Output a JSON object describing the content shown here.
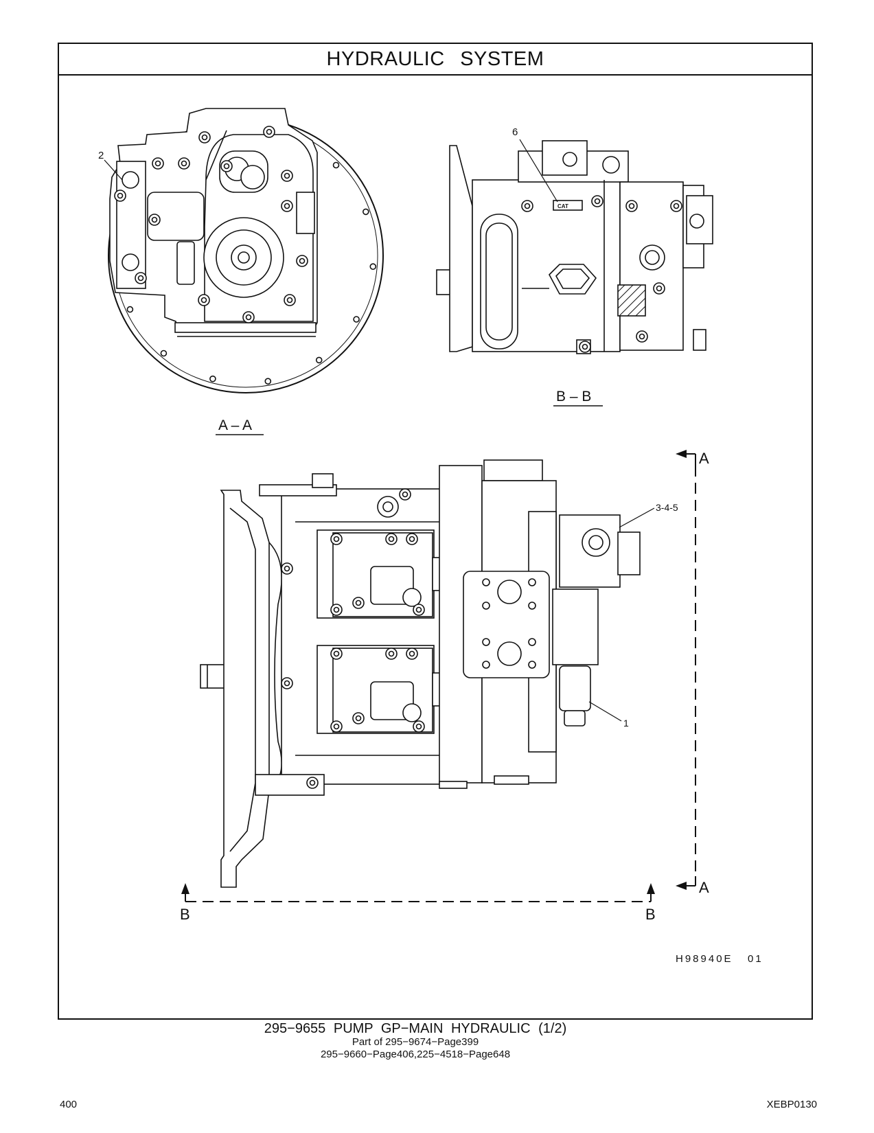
{
  "header": {
    "title": "HYDRAULIC SYSTEM"
  },
  "illustration": {
    "section_aa": {
      "label": "A – A",
      "callout": "2"
    },
    "section_bb": {
      "label": "B – B",
      "callout": "6",
      "nameplate_logo": "CAT"
    },
    "main_view": {
      "callout_upper": "3-4-5",
      "callout_lower": "1",
      "section_marker_a_top": "A",
      "section_marker_a_bottom": "A",
      "section_marker_b_left": "B",
      "section_marker_b_right": "B"
    },
    "illustration_id": "H98940E   01"
  },
  "caption": {
    "title": "295−9655 PUMP GP−MAIN HYDRAULIC (1/2)",
    "line2": "Part of 295−9674−Page399",
    "line3": "295−9660−Page406,225−4518−Page648"
  },
  "footer": {
    "page_number": "400",
    "doc_id": "XEBP0130"
  },
  "colors": {
    "ink": "#111111",
    "paper": "#ffffff"
  }
}
